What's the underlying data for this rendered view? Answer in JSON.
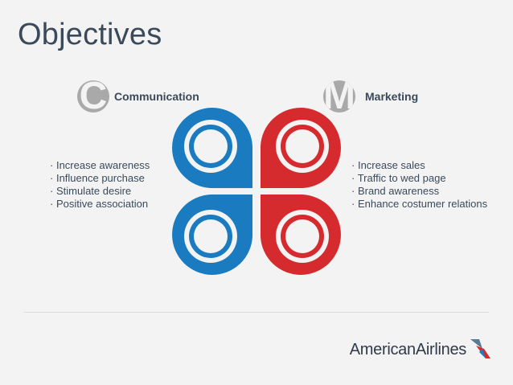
{
  "title": "Objectives",
  "communication": {
    "badge_letter": "C",
    "label": "Communication",
    "items": [
      "Increase awareness",
      "Influence purchase",
      "Stimulate desire",
      "Positive association"
    ]
  },
  "marketing": {
    "badge_letter": "M",
    "label": "Marketing",
    "items": [
      "Increase sales",
      "Traffic to wed page",
      "Brand awareness",
      "Enhance costumer relations"
    ]
  },
  "logo": {
    "text": "AmericanAirlines",
    "icon": "flight-symbol-icon"
  },
  "colors": {
    "blue": "#1a7bc1",
    "red": "#d52b2e",
    "gray": "#a9a9a9",
    "text": "#3b4a5a"
  }
}
